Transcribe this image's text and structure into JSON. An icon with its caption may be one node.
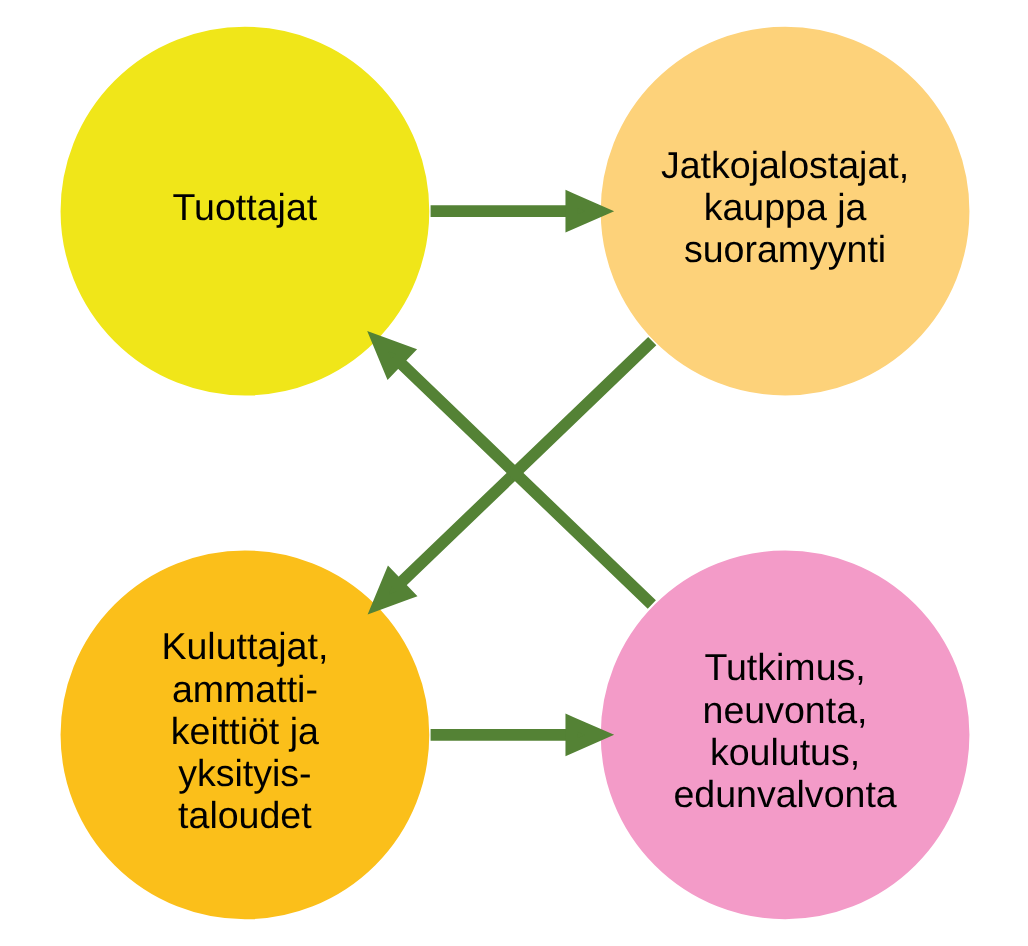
{
  "diagram": {
    "nodes": [
      {
        "text": [
          "Tuottajat"
        ]
      },
      {
        "text": [
          "Jatkojalostajat, kauppa ja suoramyynti"
        ]
      },
      {
        "text": [
          "Kuluttajat, ammatti- keittiöt ja yksityis- taloudet"
        ]
      },
      {
        "text": [
          "Tutkimus, neuvonta, koulutus, edunvalvonta"
        ]
      }
    ],
    "edges": [
      {
        "from": 0,
        "to": 1,
        "arrow": "to"
      },
      {
        "from": 1,
        "to": 2,
        "arrow": "to"
      },
      {
        "from": 2,
        "to": 3,
        "arrow": "to"
      },
      {
        "from": 3,
        "to": 0,
        "arrow": "to"
      }
    ]
  }
}
